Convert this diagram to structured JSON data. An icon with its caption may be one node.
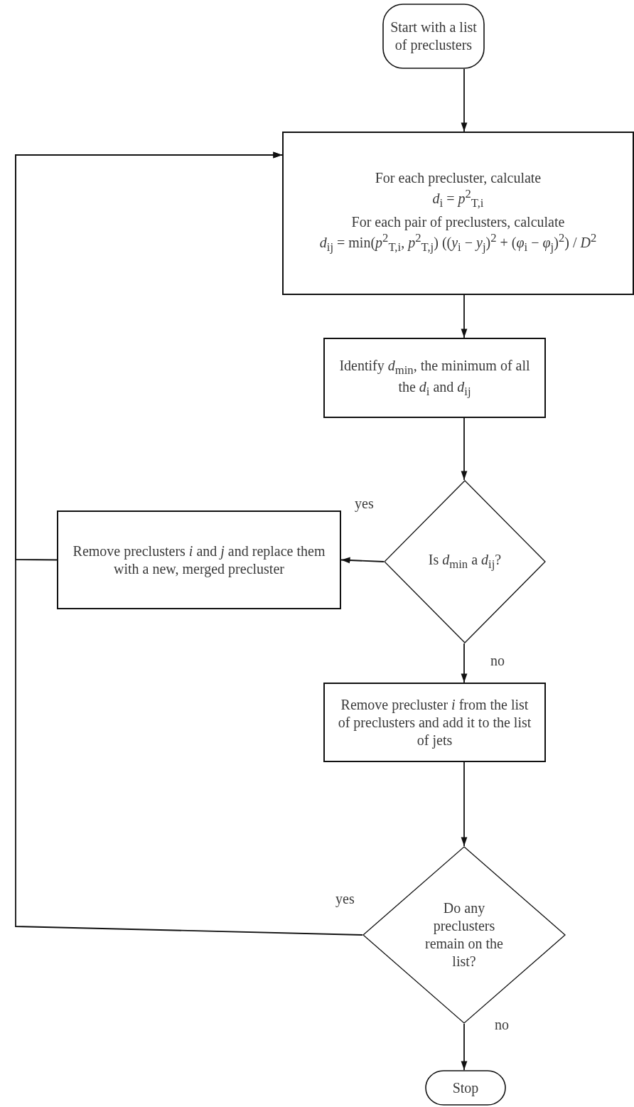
{
  "diagram": {
    "nodes": [
      {
        "text": [
          "Start with a list of preclusters"
        ]
      },
      {
        "text": [
          "For each precluster, calculate",
          "*d*$_{i}$ = *p*$^{2}$$_{T,i}$",
          "For each pair of preclusters, calculate",
          "*d*$_{ij}$ = min(*p*$^{2}$$_{T,i}$, *p*$^{2}$$_{T,j}$) ((*y*$_{i}$ − *y*$_{j}$)$^{2}$ + (*φ*$_{i}$ − *φ*$_{j}$)$^{2}$) / *D*$^{2}$"
        ]
      },
      {
        "text": [
          "Identify *d*$_{min}$, the minimum of all the *d*$_{i}$ and *d*$_{ij}$"
        ]
      },
      {
        "text": [
          "Is *d*$_{min}$ a *d*$_{ij}$?"
        ]
      },
      {
        "text": [
          "Remove preclusters *i* and *j* and replace them with a new, merged precluster"
        ]
      },
      {
        "text": [
          "Remove precluster *i* from the list of preclusters and add it to the list of jets"
        ]
      },
      {
        "text": [
          "Do any preclusters remain on the list?"
        ]
      },
      {
        "text": [
          "Stop"
        ]
      }
    ],
    "edges": [
      {
        "from": 0,
        "to": 1,
        "arrow": "to"
      },
      {
        "from": 1,
        "to": 2,
        "arrow": "to"
      },
      {
        "from": 2,
        "to": 3,
        "arrow": "to"
      },
      {
        "from": 3,
        "to": 4,
        "arrow": "to",
        "label": "yes"
      },
      {
        "from": 4,
        "to": 1,
        "arrow": "to"
      },
      {
        "from": 3,
        "to": 5,
        "arrow": "to",
        "label": "no"
      },
      {
        "from": 5,
        "to": 6,
        "arrow": "to"
      },
      {
        "from": 6,
        "to": 1,
        "arrow": "to",
        "label": "yes"
      },
      {
        "from": 6,
        "to": 7,
        "arrow": "to",
        "label": "no"
      }
    ]
  }
}
